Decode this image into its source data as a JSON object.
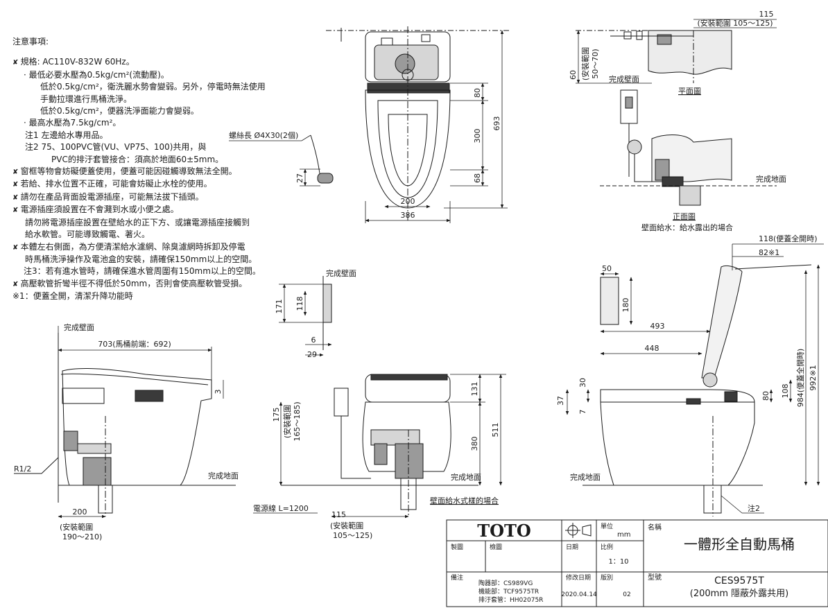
{
  "notes": {
    "title": "注意事項:",
    "lines": [
      {
        "mark": "x",
        "text": "規格: AC110V-832W  60Hz。"
      },
      {
        "mark": "",
        "text": "· 最低必要水壓為0.5kg/cm²(流動壓)。"
      },
      {
        "mark": "",
        "text": "低於0.5kg/cm²，衛洗麗水勢會變弱。另外，停電時無法使用"
      },
      {
        "mark": "",
        "text": "手動拉環進行馬桶洗淨。"
      },
      {
        "mark": "",
        "text": "低於0.5kg/cm²，便器洗淨面能力會變弱。"
      },
      {
        "mark": "",
        "text": "· 最高水壓為7.5kg/cm²。"
      },
      {
        "mark": "",
        "text": "注1 左邊給水專用品。"
      },
      {
        "mark": "",
        "text": "注2 75、100PVC管(VU、VP75、100)共用，與"
      },
      {
        "mark": "",
        "text": "PVC的排汙套管接合：須高於地面60±5mm。"
      },
      {
        "mark": "x",
        "text": "窗框等物會妨礙便蓋使用，便蓋可能因碰觸導致無法全開。"
      },
      {
        "mark": "x",
        "text": "若給、排水位置不正確，可能會妨礙止水栓的使用。"
      },
      {
        "mark": "x",
        "text": "請勿在產品背面設電源插座，可能無法拔下插頭。"
      },
      {
        "mark": "x",
        "text": "電源插座須設置在不會濺到水或小便之處。"
      },
      {
        "mark": "",
        "text": "請勿將電源插座設置在壁給水的正下方、或讓電源插座接觸到"
      },
      {
        "mark": "",
        "text": "給水軟管。可能導致觸電、著火。"
      },
      {
        "mark": "x",
        "text": "本體左右側面，為方便清潔給水濾網、除臭濾網時拆卸及停電"
      },
      {
        "mark": "",
        "text": "時馬桶洗淨操作及電池盒的安裝，請確保150mm以上的空間。"
      },
      {
        "mark": "",
        "text": "注3：若有進水管時，請確保進水管周圍有150mm以上的空間。"
      },
      {
        "mark": "x",
        "text": "高壓軟管折彎半徑不得低於50mm，否則會使高壓軟管受損。"
      },
      {
        "mark": "",
        "text": "※1：便蓋全開，清潔升降功能時"
      }
    ]
  },
  "labels": {
    "wall_finish": "完成壁面",
    "floor_finish": "完成地面",
    "screw": "螺絲長 Ø4X30(2個)",
    "r12": "R1/2",
    "power_cord": "電源線  L=1200",
    "wall_supply_case": "壁面給水式樣的場合",
    "plan_view": "平面圖",
    "front_view": "正面圖",
    "wall_supply_exposed": "壁面給水：給水露出的場合",
    "note2": "注2"
  },
  "dims": {
    "top_693": "693",
    "top_80": "80",
    "top_300": "300",
    "top_68": "68",
    "top_200": "200",
    "top_386": "386",
    "top_27": "27",
    "plan_115": "115",
    "plan_range": "(安裝範圍 105～125)",
    "plan_60": "60",
    "plan_range2a": "(安裝範圍",
    "plan_range2b": "50～70)",
    "side_703": "703(馬桶前端：692)",
    "side_3": "3",
    "side_200": "200",
    "side_range_a": "(安裝範圍",
    "side_range_b": "190～210)",
    "mid_171": "171",
    "mid_118": "118",
    "mid_6": "6",
    "mid_29": "29",
    "mid_175": "175",
    "mid_range_a": "(安裝範圍",
    "mid_range_b": "165～185)",
    "mid_131": "131",
    "mid_380": "380",
    "mid_511": "511",
    "mid_115": "115",
    "mid_range3a": "(安裝範圍",
    "mid_range3b": "105～125)",
    "rs_118": "118(便蓋全開時)",
    "rs_82": "82※1",
    "rs_50": "50",
    "rs_180": "180",
    "rs_493": "493",
    "rs_448": "448",
    "rs_30": "30",
    "rs_37": "37",
    "rs_7": "7",
    "rs_80": "80",
    "rs_108": "108",
    "rs_984": "984(便蓋全開時)",
    "rs_992": "992※1"
  },
  "titleblock": {
    "brand": "TOTO",
    "unit_label": "單位",
    "unit": "mm",
    "name_label": "名稱",
    "name": "一體形全自動馬桶",
    "drawn_label": "製圖",
    "check_label": "檢圖",
    "date_label": "日期",
    "scale_label": "比例",
    "scale": "1：10",
    "model_label": "型號",
    "model": "CES9575T",
    "model_sub": "(200mm  隱蔽外露共用)",
    "remark_label": "備注",
    "part1": "陶器部：CS989VG",
    "part2": "機能部：TCF9575TR",
    "part3": "排汙套管：HH02075R",
    "revdate_label": "修改日期",
    "revdate": "2020.04.14",
    "ver_label": "版別",
    "ver": "02"
  },
  "colors": {
    "line": "#1a1a1a",
    "fill_dark": "#3a3a3a",
    "fill_mid": "#9a9a9a",
    "fill_light": "#d6d6d6"
  }
}
